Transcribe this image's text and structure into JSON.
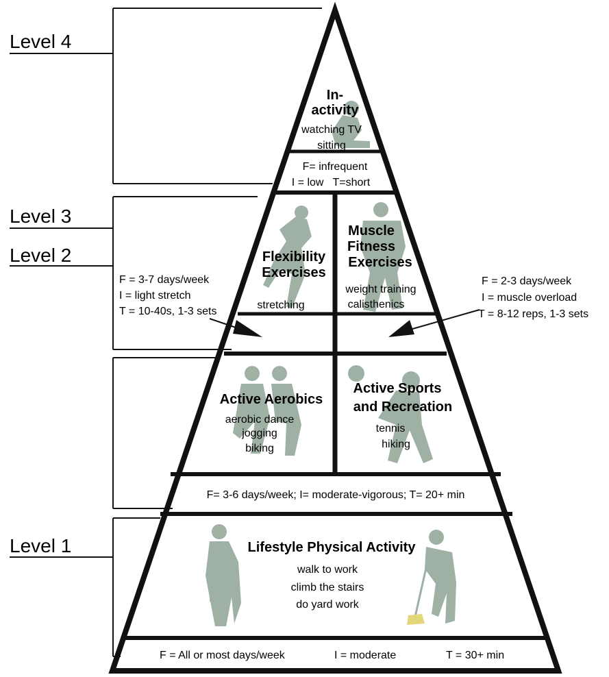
{
  "levels": {
    "level4": "Level 4",
    "level3": "Level 3",
    "level2": "Level 2",
    "level1": "Level 1"
  },
  "inactivity": {
    "title_line1": "In-",
    "title_line2": "activity",
    "examples": [
      "watching TV",
      "sitting"
    ],
    "fit": [
      "F= infrequent",
      "I = low   T=short"
    ]
  },
  "flexibility": {
    "title_line1": "Flexibility",
    "title_line2": "Exercises",
    "examples": [
      "stretching"
    ],
    "fit": [
      "F = 3-7 days/week",
      "I = light stretch",
      "T = 10-40s, 1-3 sets"
    ]
  },
  "muscle": {
    "title_line1": "Muscle",
    "title_line2": "Fitness",
    "title_line3": "Exercises",
    "examples": [
      "weight training",
      "calisthenics"
    ],
    "fit": [
      "F = 2-3 days/week",
      "I = muscle overload",
      "T = 8-12 reps, 1-3 sets"
    ]
  },
  "aerobics": {
    "title": "Active Aerobics",
    "examples": [
      "aerobic dance",
      "jogging",
      "biking"
    ]
  },
  "sports": {
    "title_line1": "Active Sports",
    "title_line2": "and Recreation",
    "examples": [
      "tennis",
      "hiking"
    ]
  },
  "level2_fit": "F= 3-6 days/week; I= moderate-vigorous; T= 20+ min",
  "lifestyle": {
    "title": "Lifestyle Physical Activity",
    "examples": [
      "walk to work",
      "climb the stairs",
      "do yard work"
    ],
    "fit": {
      "f": "F = All or most days/week",
      "i": "I = moderate",
      "t": "T = 30+ min"
    }
  },
  "colors": {
    "line": "#111111",
    "silhouette": "#9fb0a5"
  }
}
